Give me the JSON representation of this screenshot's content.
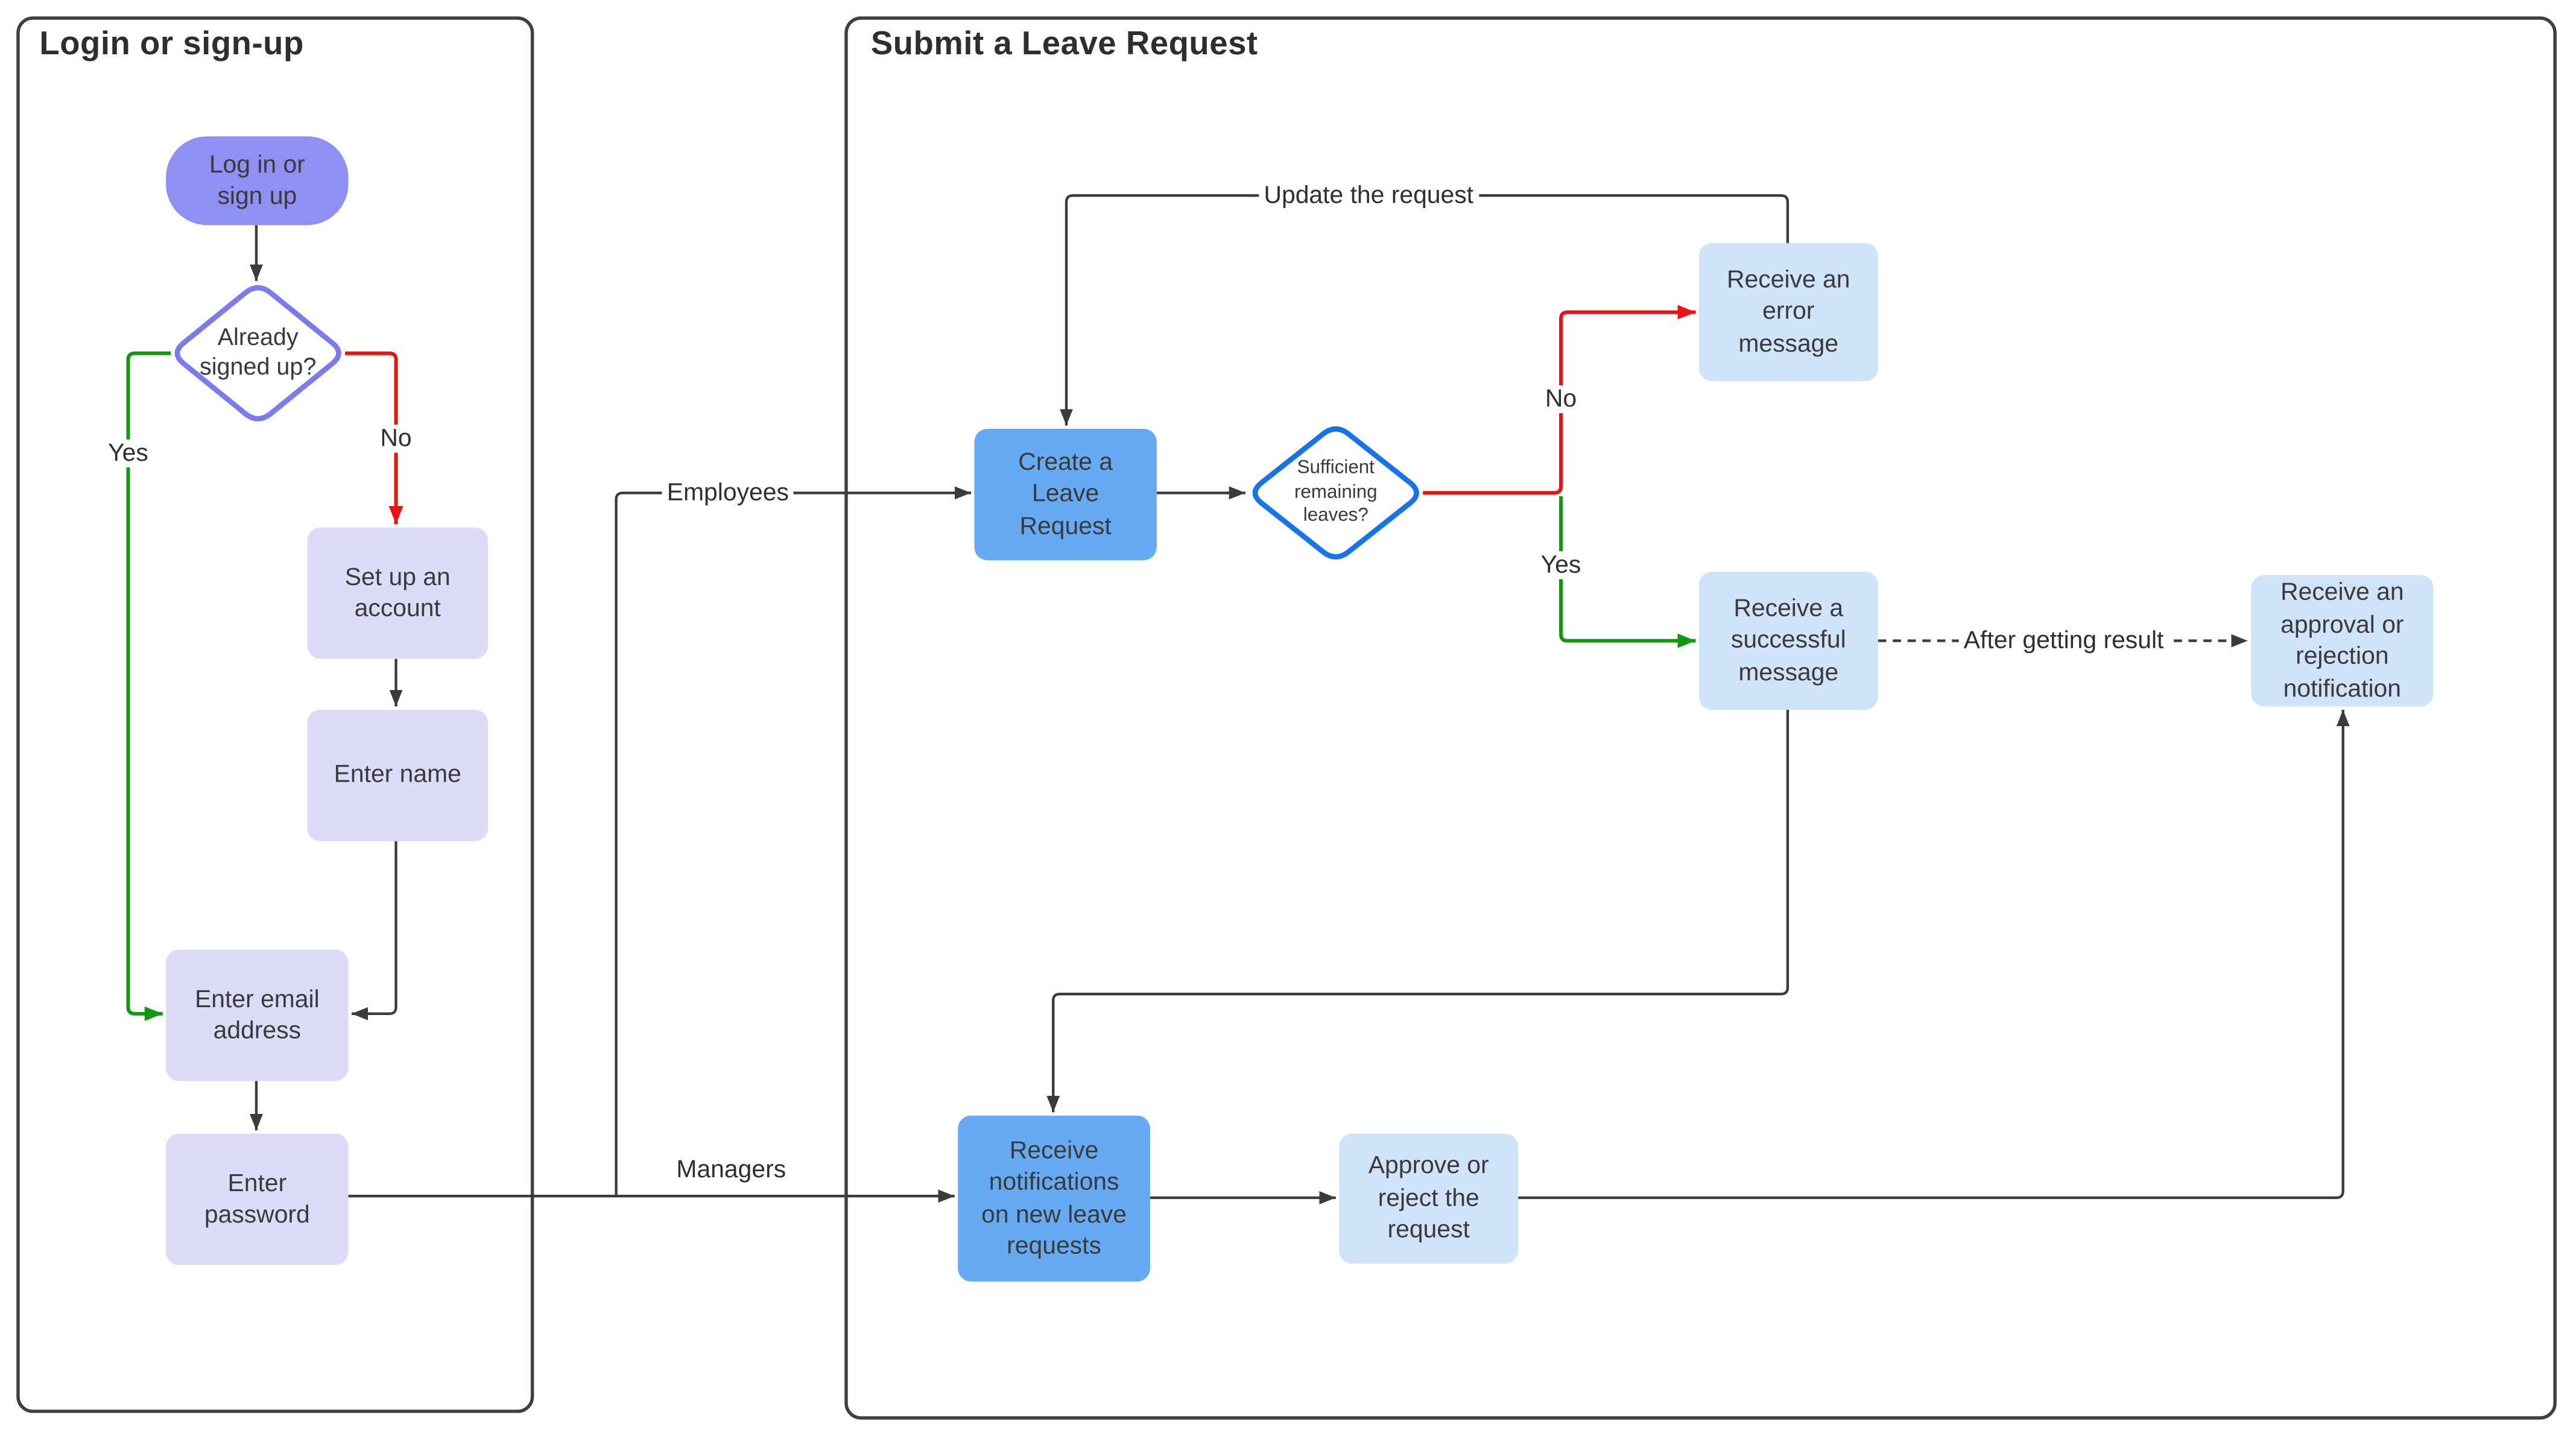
{
  "containers": {
    "login": {
      "title": "Login or sign-up"
    },
    "leave": {
      "title": "Submit a Leave Request"
    }
  },
  "nodes": {
    "start": {
      "label": "Log in or\nsign up"
    },
    "decision_signed_up": {
      "label": "Already\nsigned up?"
    },
    "setup_account": {
      "label": "Set up an\naccount"
    },
    "enter_name": {
      "label": "Enter name"
    },
    "enter_email": {
      "label": "Enter email\naddress"
    },
    "enter_password": {
      "label": "Enter\npassword"
    },
    "create_request": {
      "label": "Create a\nLeave\nRequest"
    },
    "decision_leaves": {
      "label": "Sufficient\nremaining\nleaves?"
    },
    "error_message": {
      "label": "Receive an\nerror\nmessage"
    },
    "success_message": {
      "label": "Receive a\nsuccessful\nmessage"
    },
    "approval_notification": {
      "label": "Receive an\napproval or\nrejection\nnotification"
    },
    "new_request_notifications": {
      "label": "Receive\nnotifications\non new leave\nrequests"
    },
    "approve_reject": {
      "label": "Approve or\nreject the\nrequest"
    }
  },
  "edge_labels": {
    "yes_left": "Yes",
    "no_left": "No",
    "employees": "Employees",
    "managers": "Managers",
    "update_request": "Update the request",
    "no_right": "No",
    "yes_right": "Yes",
    "after_result": "After getting result"
  },
  "colors": {
    "node_text": "#3a3a3a",
    "purple": "#9090F2",
    "lavender": "#DEDBF8",
    "medium_blue": "#66AAF4",
    "light_blue": "#CFE3F9",
    "decision1_border": "#7B7BF0",
    "decision2_border": "#1774E8",
    "edge_red": "#EE1111",
    "edge_green": "#0E990E",
    "edge_black": "#3b3b3b",
    "container_border": "#3f3f3f",
    "title_text": "#2e2e2e"
  }
}
